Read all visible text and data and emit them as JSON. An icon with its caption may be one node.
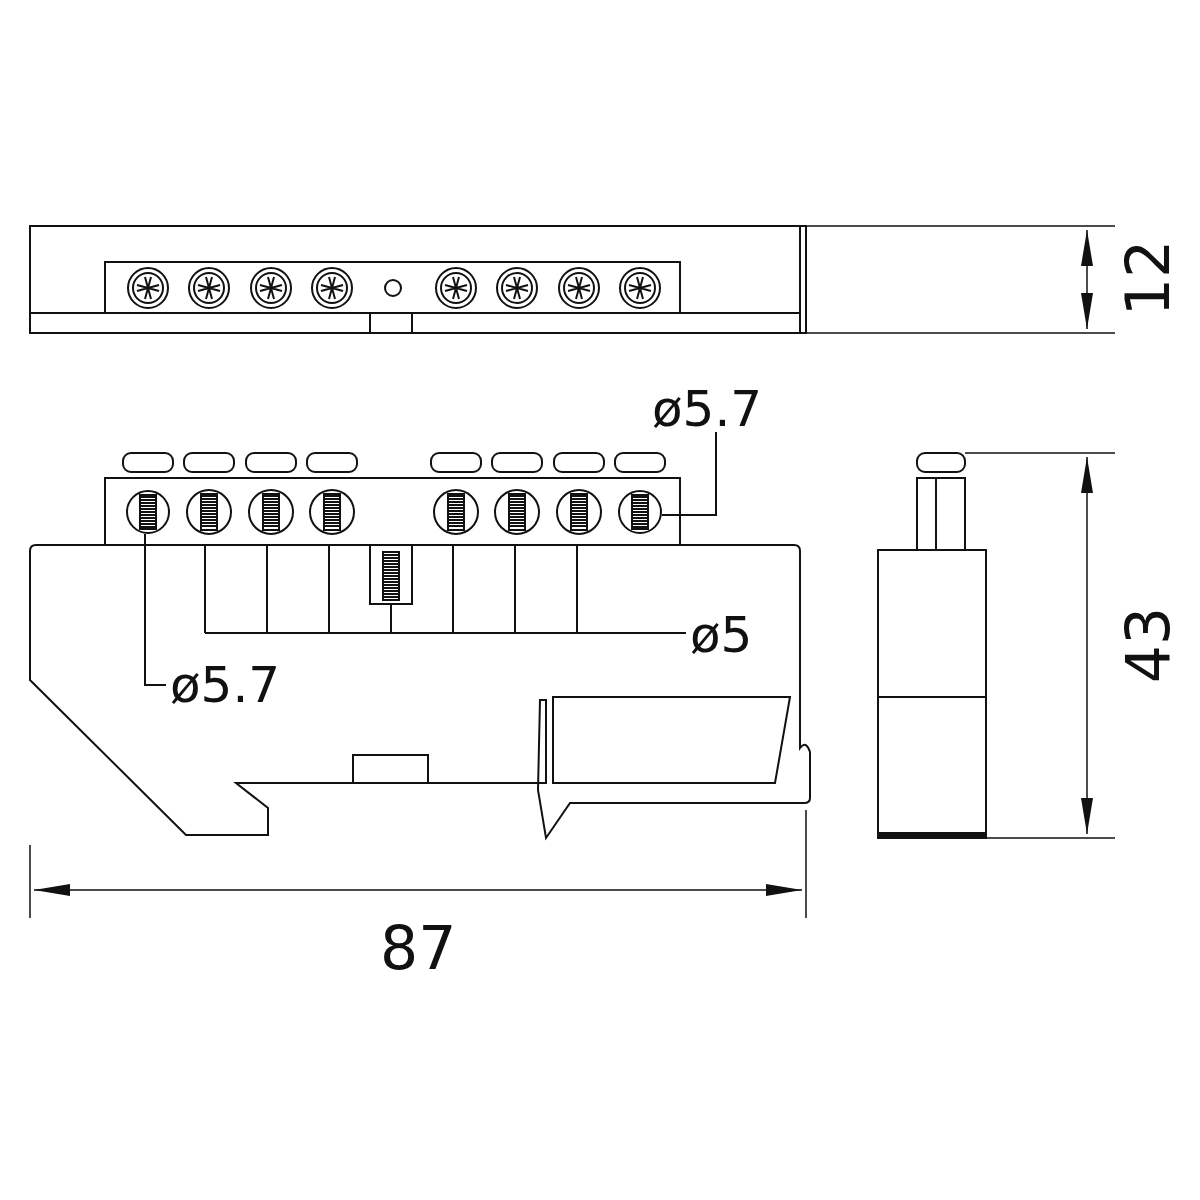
{
  "diagram": {
    "nodes": [
      {
        "text": [
          "ø5.7"
        ]
      },
      {
        "text": [],
        "shape": "circle"
      },
      {
        "text": [],
        "shape": "circle"
      },
      {
        "text": [
          "ø5"
        ]
      },
      {
        "text": [
          "ø5.7"
        ]
      }
    ],
    "edges": [
      {
        "from": 0,
        "to": 2,
        "arrow": "none"
      },
      {
        "from": 3,
        "to": null,
        "arrow": "none"
      },
      {
        "from": 4,
        "to": 1,
        "arrow": "none"
      }
    ],
    "labels": [
      "12",
      "43",
      "87"
    ]
  }
}
